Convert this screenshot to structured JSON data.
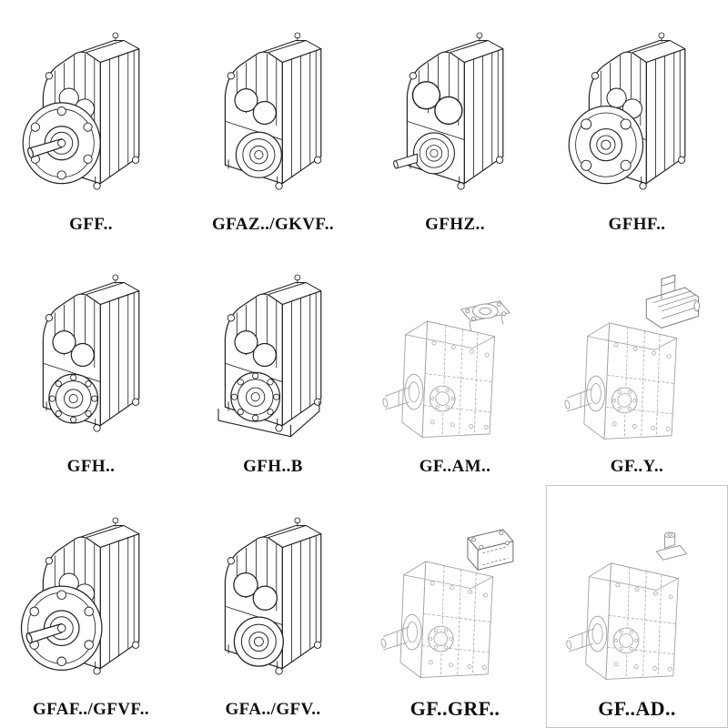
{
  "page": {
    "background": "#ffffff"
  },
  "colors": {
    "line_solid": "#232323",
    "line_faint": "#a3a3a3",
    "label_text": "#0f0f0f",
    "box_outline": "#c6c6c6"
  },
  "catalog": {
    "items": [
      {
        "label": "GFF..",
        "drawing": "gearbox-output-flange-solid-shaft"
      },
      {
        "label": "GFAZ../GKVF..",
        "drawing": "gearbox-hollow-output-shaft"
      },
      {
        "label": "GFHZ..",
        "drawing": "gearbox-hollow-shaft-shrink-disc"
      },
      {
        "label": "GFHF..",
        "drawing": "gearbox-flange-hollow-shaft"
      },
      {
        "label": "GFH..",
        "drawing": "gearbox-shaft-mounted-bearing"
      },
      {
        "label": "GFH..B",
        "drawing": "gearbox-shaft-mounted-with-base"
      },
      {
        "label": "GF..AM..",
        "drawing": "gearbox-iec-motor-adapter"
      },
      {
        "label": "GF..Y..",
        "drawing": "gearbox-with-mounted-motor"
      },
      {
        "label": "GFAF../GFVF..",
        "drawing": "gearbox-output-flange-solid-shaft"
      },
      {
        "label": "GFA../GFV..",
        "drawing": "gearbox-hollow-output-shaft"
      },
      {
        "label": "GF..GRF..",
        "drawing": "gearbox-grf-input-adapter"
      },
      {
        "label": "GF..AD..",
        "drawing": "gearbox-input-shaft-adapter"
      }
    ]
  }
}
